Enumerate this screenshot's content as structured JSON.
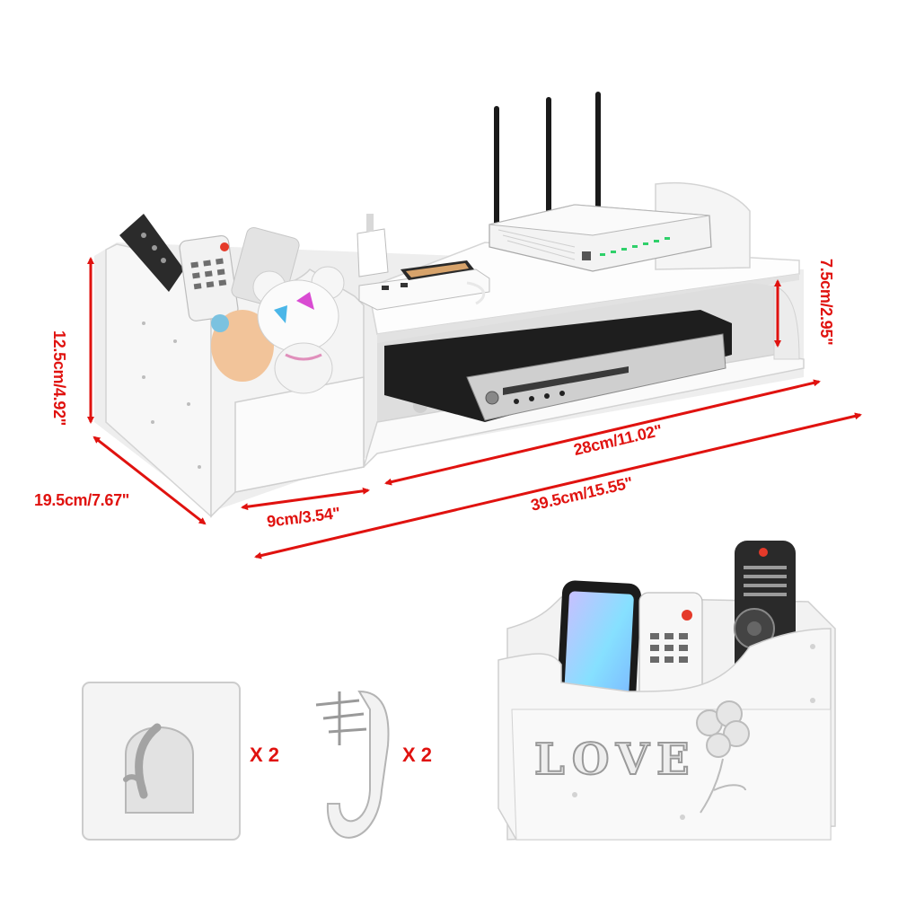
{
  "dimensions": {
    "height_left": "12.5cm/4.92\"",
    "height_right": "7.5cm/2.95\"",
    "depth": "19.5cm/7.67\"",
    "compartment_width": "9cm/3.54\"",
    "inner_width": "28cm/11.02\"",
    "total_width": "39.5cm/15.55\""
  },
  "accessories": {
    "adhesive_hook_qty": "X 2",
    "wall_hook_qty": "X 2"
  },
  "cutout_text": "LOVE",
  "colors": {
    "dimension_red": "#e0120f",
    "shelf_white": "#f6f6f6",
    "shadow_grey": "#d9d9d9",
    "device_black": "#1e1e1e"
  }
}
